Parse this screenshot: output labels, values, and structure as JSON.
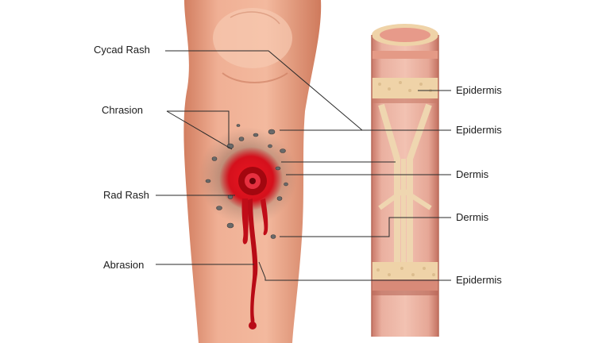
{
  "labels": {
    "cycad_rash": "Cycad Rash",
    "chrasion": "Chrasion",
    "rad_rash": "Rad Rash",
    "abrasion": "Abrasion",
    "epidermis_1": "Epidermis",
    "epidermis_2": "Epidermis",
    "dermis_1": "Dermis",
    "dermis_2": "Dermis",
    "epidermis_3": "Epidermis"
  },
  "colors": {
    "skin": "#eea98c",
    "skin_shadow": "#d98467",
    "wound": "#d4101c",
    "blood": "#c00d18",
    "tissue": "#e8a594",
    "fat": "#efd3a8",
    "leader_line": "#2a2a2a"
  }
}
